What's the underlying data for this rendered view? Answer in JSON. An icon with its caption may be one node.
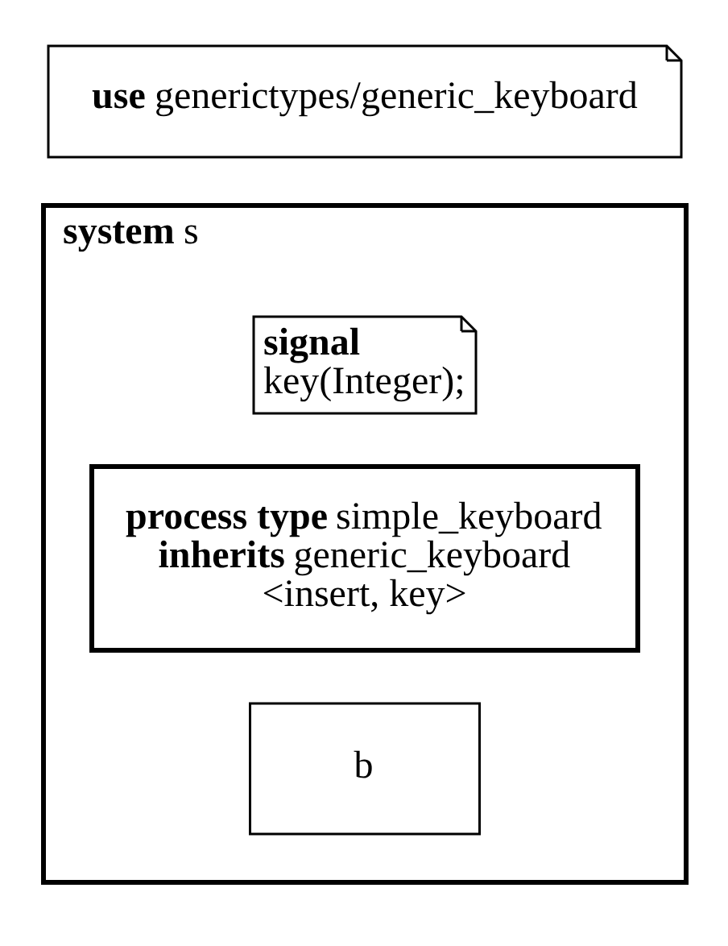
{
  "diagram": {
    "nodes": [
      {
        "text": [
          "**use** generictypes/generic_keyboard"
        ]
      },
      {
        "text": [
          "**system** s"
        ]
      },
      {
        "text": [
          "**signal**",
          "key(Integer);"
        ],
        "in": 1
      },
      {
        "text": [
          "**process type** simple_keyboard",
          "**inherits** generic_keyboard",
          "<insert, key>"
        ],
        "in": 1
      },
      {
        "text": [
          "b"
        ],
        "in": 1
      }
    ]
  }
}
